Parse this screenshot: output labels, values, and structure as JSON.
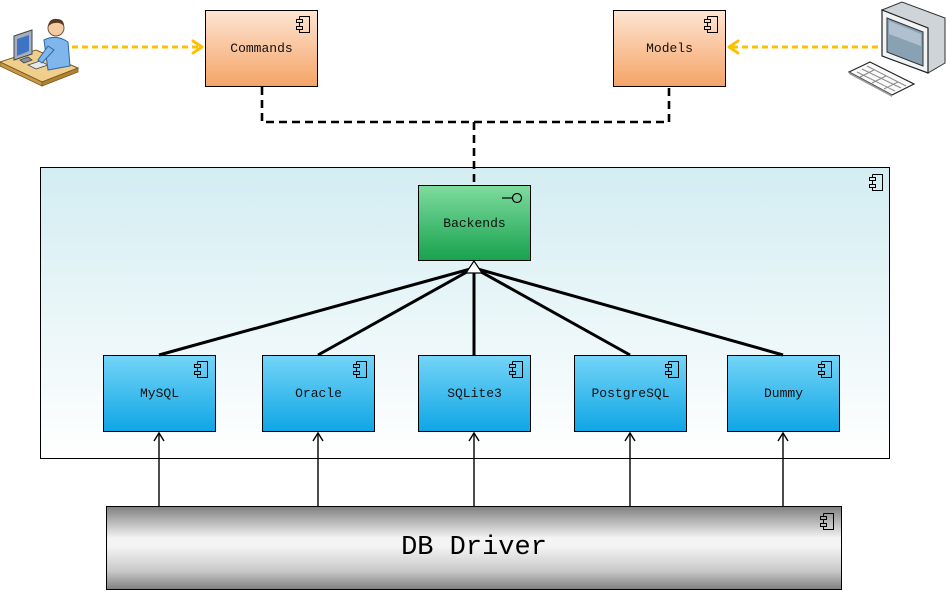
{
  "actors": {
    "left": {
      "icon": "user-at-desk-icon"
    },
    "right": {
      "icon": "computer-icon"
    }
  },
  "top_components": [
    {
      "label": "Commands",
      "icon": "component-icon"
    },
    {
      "label": "Models",
      "icon": "component-icon"
    }
  ],
  "backends_container": {
    "icon": "component-icon"
  },
  "backends": {
    "label": "Backends",
    "icon": "interface-icon"
  },
  "backend_impls": [
    {
      "label": "MySQL",
      "icon": "component-icon"
    },
    {
      "label": "Oracle",
      "icon": "component-icon"
    },
    {
      "label": "SQLite3",
      "icon": "component-icon"
    },
    {
      "label": "PostgreSQL",
      "icon": "component-icon"
    },
    {
      "label": "Dummy",
      "icon": "component-icon"
    }
  ],
  "db_driver": {
    "label": "DB Driver",
    "icon": "component-icon"
  },
  "colors": {
    "top_component_top": "#fde4d1",
    "top_component_bottom": "#f5a467",
    "backends_top": "#7edb9e",
    "backends_bottom": "#18a24e",
    "impl_top": "#74d4f7",
    "impl_bottom": "#10a6e5",
    "container_top": "#d3edf2",
    "container_bottom": "#ffffff",
    "driver_edge": "#818181",
    "driver_mid": "#f4f4f4",
    "actor_arrow": "#ffc000",
    "connector": "#000000"
  }
}
